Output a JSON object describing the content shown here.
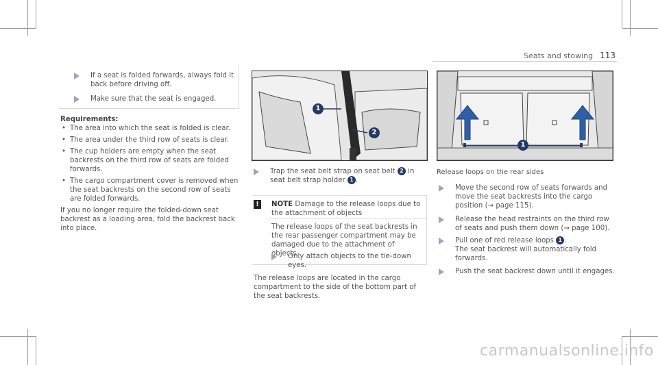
{
  "header": {
    "section": "Seats and stowing",
    "page": "113"
  },
  "col1": {
    "tips": [
      "If a seat is folded forwards, always fold it back before driving off.",
      "Make sure that the seat is engaged."
    ],
    "requirements_label": "Requirements:",
    "requirements": [
      "The area into which the seat is folded is clear.",
      "The area under the third row of seats is clear.",
      "The cup holders are empty when the seat backrests on the third row of seats are folded forwards.",
      "The cargo compartment cover is removed when the seat backrests on the second row of seats are folded forwards."
    ],
    "closing": "If you no longer require the folded-down seat backrest as a loading area, fold the backrest back into place."
  },
  "col2": {
    "step": {
      "pre": "Trap the seat belt strap on seat belt",
      "num1": "2",
      "mid": "in seat belt strap holder",
      "num2": "1",
      "post": "."
    },
    "note": {
      "title": "NOTE",
      "heading": "Damage to the release loops due to the attachment of objects",
      "body": "The release loops of the seat backrests in the rear passenger compartment may be damaged due to the attachment of objects.",
      "action": "Only attach objects to the tie-down eyes."
    },
    "para": "The release loops are located in the cargo compartment to the side of the bottom part of the seat backrests."
  },
  "col3": {
    "caption": "Release loops on the rear sides",
    "steps": [
      {
        "text": "Move the second row of seats forwards and move the seat backrests into the cargo position (→ page 115)."
      },
      {
        "text": "Release the head restraints on the third row of seats and push them down (→ page 100)."
      },
      {
        "pre": "Pull one of red release loops",
        "num": "1",
        "post": ".",
        "text2": "The seat backrest will automatically fold forwards."
      },
      {
        "text": "Push the seat backrest down until it engages."
      }
    ]
  },
  "figures": {
    "left": {
      "labels": [
        "1",
        "2"
      ]
    },
    "right": {
      "labels": [
        "1"
      ]
    }
  },
  "watermark": "carmanualsonline.info"
}
